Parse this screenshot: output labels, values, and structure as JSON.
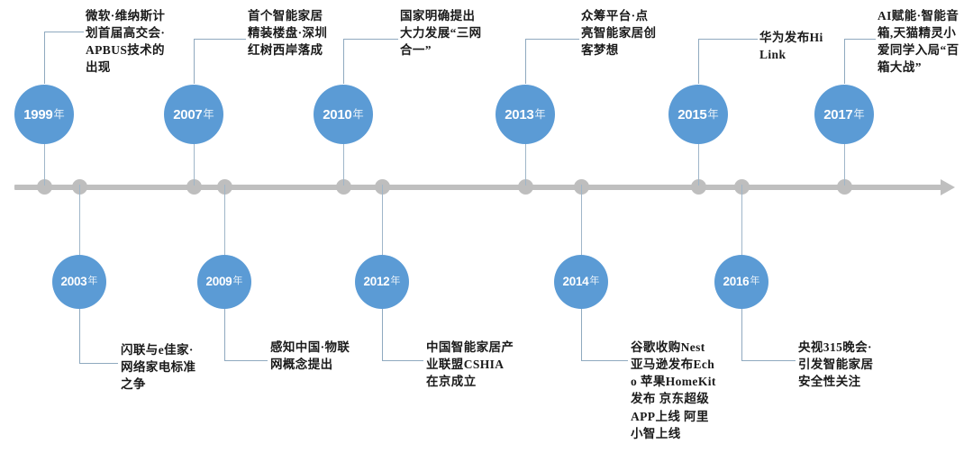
{
  "figure": {
    "type": "timeline",
    "orientation": "horizontal",
    "title": "",
    "colors": {
      "bubble": "#5B9BD5",
      "axis": "#BFBFBF",
      "axis_dot": "#BEBEBE",
      "connector": "#8FA9BF",
      "caption_text": "#1A1A1A",
      "background": "#FFFFFF"
    }
  },
  "axis": {
    "arrow_direction": "right",
    "dots": [
      {
        "name": "dot-1999"
      },
      {
        "name": "dot-2003"
      },
      {
        "name": "dot-2007"
      },
      {
        "name": "dot-2009"
      },
      {
        "name": "dot-2010"
      },
      {
        "name": "dot-2012"
      },
      {
        "name": "dot-2013"
      },
      {
        "name": "dot-2014"
      },
      {
        "name": "dot-2015"
      },
      {
        "name": "dot-2016"
      },
      {
        "name": "dot-2017"
      }
    ]
  },
  "events": [
    {
      "id": "e1999",
      "year_number": "1999",
      "year_suffix": "年",
      "side": "top",
      "caption": "微软·维纳斯计划首届高交会·APBUS技术的出现"
    },
    {
      "id": "e2003",
      "year_number": "2003",
      "year_suffix": "年",
      "side": "bottom",
      "caption": "闪联与e佳家·网络家电标准之争"
    },
    {
      "id": "e2007",
      "year_number": "2007",
      "year_suffix": "年",
      "side": "top",
      "caption": "首个智能家居精装楼盘·深圳红树西岸落成"
    },
    {
      "id": "e2009",
      "year_number": "2009",
      "year_suffix": "年",
      "side": "bottom",
      "caption": "感知中国·物联网概念提出"
    },
    {
      "id": "e2010",
      "year_number": "2010",
      "year_suffix": "年",
      "side": "top",
      "caption": "国家明确提出大力发展“三网合一”"
    },
    {
      "id": "e2012",
      "year_number": "2012",
      "year_suffix": "年",
      "side": "bottom",
      "caption": "中国智能家居产业联盟CSHIA在京成立"
    },
    {
      "id": "e2013",
      "year_number": "2013",
      "year_suffix": "年",
      "side": "top",
      "caption": "众筹平台·点亮智能家居创客梦想"
    },
    {
      "id": "e2014",
      "year_number": "2014",
      "year_suffix": "年",
      "side": "bottom",
      "caption": "谷歌收购Nest 亚马逊发布Echo 苹果HomeKit发布 京东超级APP上线 阿里小智上线"
    },
    {
      "id": "e2015",
      "year_number": "2015",
      "year_suffix": "年",
      "side": "top",
      "caption": "华为发布HiLink"
    },
    {
      "id": "e2016",
      "year_number": "2016",
      "year_suffix": "年",
      "side": "bottom",
      "caption": "央视315晚会·引发智能家居安全性关注"
    },
    {
      "id": "e2017",
      "year_number": "2017",
      "year_suffix": "年",
      "side": "top",
      "caption": "AI赋能·智能音箱,天猫精灵小爱同学入局“百箱大战”"
    }
  ]
}
